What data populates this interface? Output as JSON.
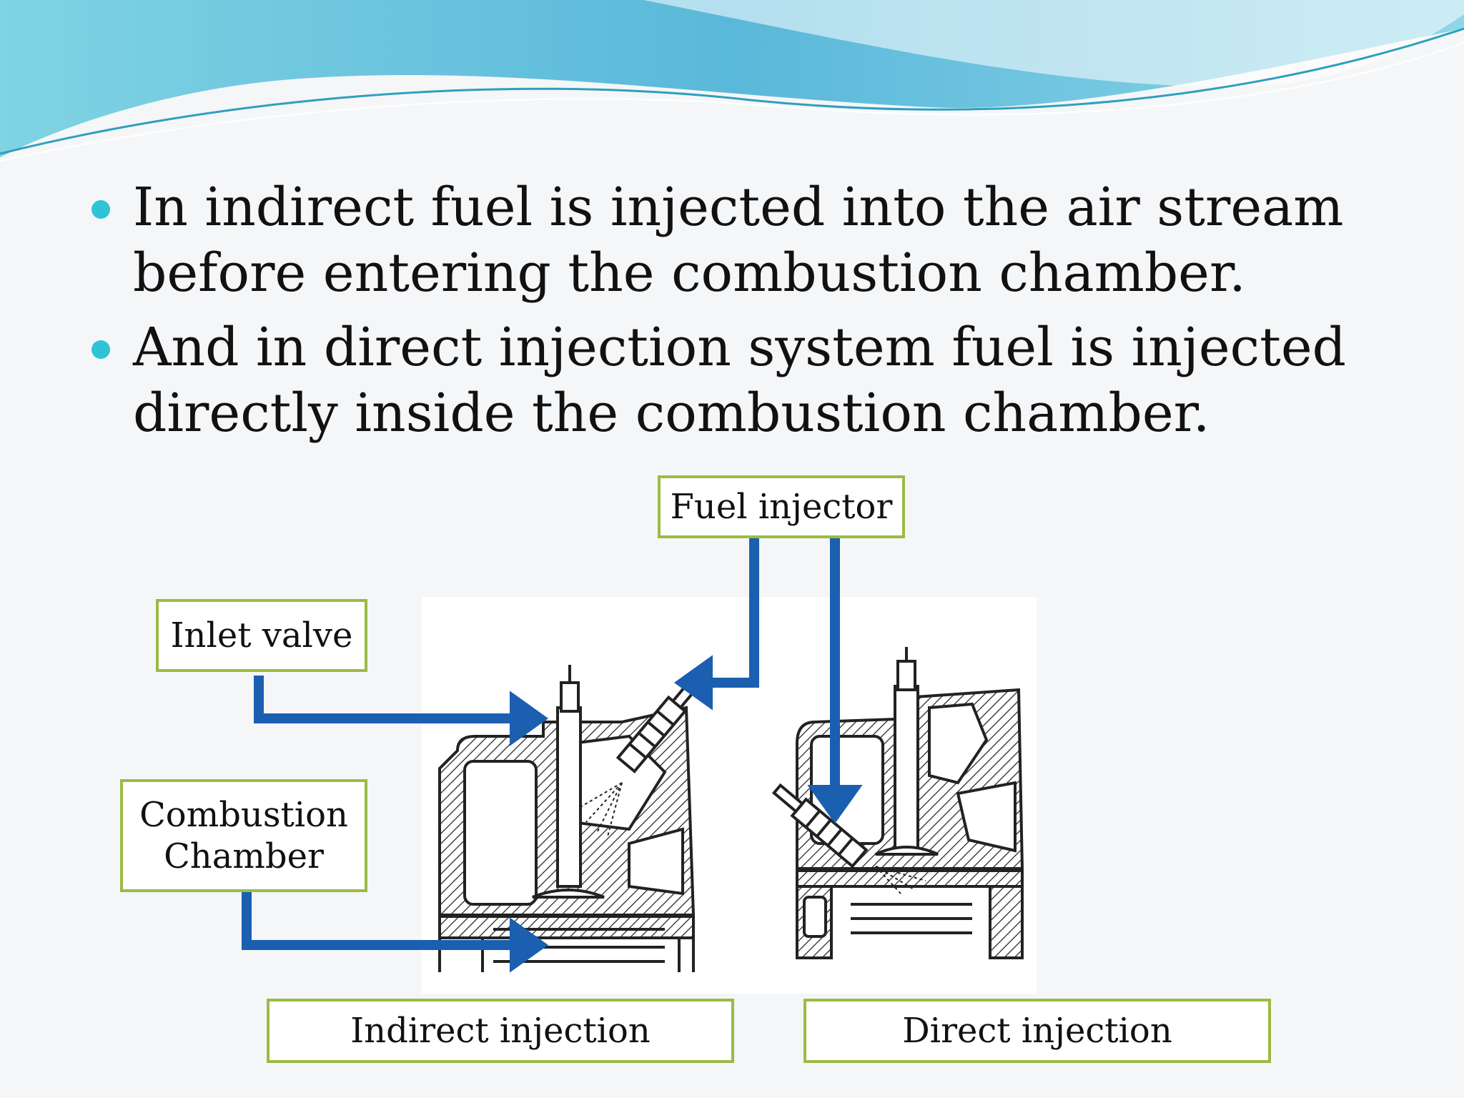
{
  "theme": {
    "accent": "#2ec4d6",
    "label_border": "#9bbb45",
    "arrow": "#1a5fb0",
    "diagram_line": "#222222"
  },
  "bullets": [
    "In indirect fuel is injected into the air stream before entering the combustion chamber.",
    "And in direct injection system fuel is injected directly inside the combustion chamber."
  ],
  "labels": {
    "fuel_injector": "Fuel injector",
    "inlet_valve": "Inlet valve",
    "combustion_chamber_line1": "Combustion",
    "combustion_chamber_line2": "Chamber",
    "indirect_injection": "Indirect injection",
    "direct_injection": "Direct injection"
  }
}
